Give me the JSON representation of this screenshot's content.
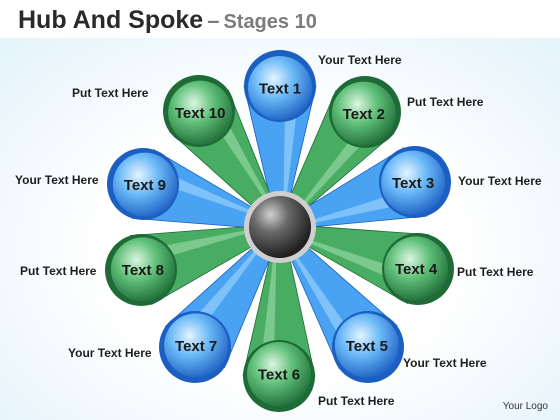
{
  "header": {
    "title": "Hub And Spoke",
    "separator": "–",
    "subtitle": "Stages 10"
  },
  "spokes": [
    {
      "label": "Text 1",
      "note": "Your Text Here",
      "color": "blue"
    },
    {
      "label": "Text 2",
      "note": "Put Text Here",
      "color": "green"
    },
    {
      "label": "Text 3",
      "note": "Your Text Here",
      "color": "blue"
    },
    {
      "label": "Text 4",
      "note": "Put Text Here",
      "color": "green"
    },
    {
      "label": "Text 5",
      "note": "Your Text Here",
      "color": "blue"
    },
    {
      "label": "Text 6",
      "note": "Put Text Here",
      "color": "green"
    },
    {
      "label": "Text 7",
      "note": "Your Text Here",
      "color": "blue"
    },
    {
      "label": "Text 8",
      "note": "Put Text Here",
      "color": "green"
    },
    {
      "label": "Text 9",
      "note": "Your Text Here",
      "color": "blue"
    },
    {
      "label": "Text 10",
      "note": "Put Text Here",
      "color": "green"
    }
  ],
  "colors": {
    "blue_light": "#a9dcff",
    "blue_mid": "#4aa2f2",
    "blue_dark": "#1c5fc2",
    "green_light": "#a6e0b1",
    "green_mid": "#48ad63",
    "green_dark": "#1e6b37",
    "hub": "#5a5a5a"
  },
  "footer": {
    "logo": "Your Logo"
  }
}
